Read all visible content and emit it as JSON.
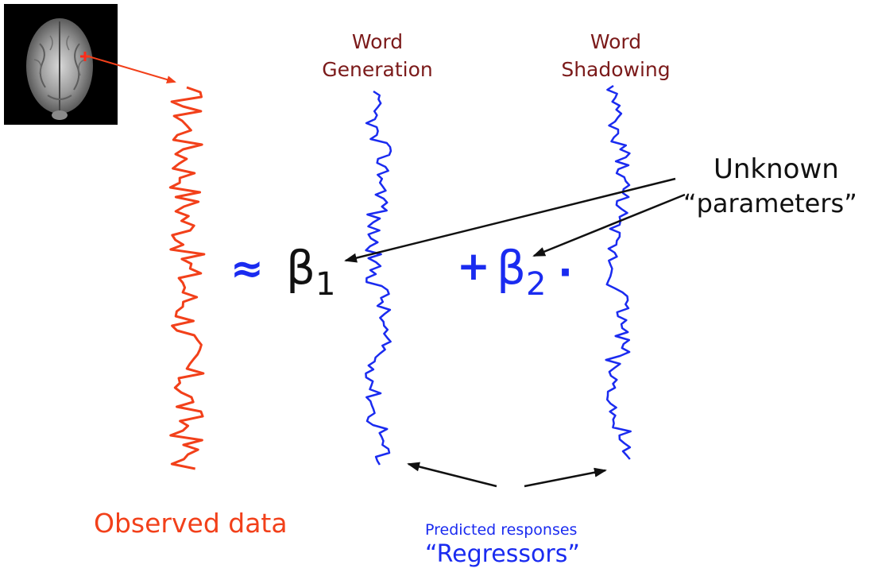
{
  "labels": {
    "word_generation_line1": "Word",
    "word_generation_line2": "Generation",
    "word_shadowing_line1": "Word",
    "word_shadowing_line2": "Shadowing",
    "unknown_line1": "Unknown",
    "unknown_line2": "“parameters”",
    "approx_symbol": "≈",
    "beta1_symbol": "β",
    "beta1_subscript": "1",
    "plus_symbol": "+",
    "beta2_symbol": "β",
    "beta2_subscript": "2",
    "dot_symbol": "·",
    "observed_data": "Observed data",
    "predicted_responses": "Predicted responses",
    "regressors": "“Regressors”"
  },
  "colors": {
    "observed_signal": "#f2401a",
    "regressor_signal": "#1a2bf0",
    "label_dark_red": "#7b1a1a",
    "arrow": "#111111",
    "voxel_marker": "#ff2a1a"
  },
  "icons": {
    "brain_image": "brain-mri-slice",
    "voxel_marker": "plus-marker"
  }
}
